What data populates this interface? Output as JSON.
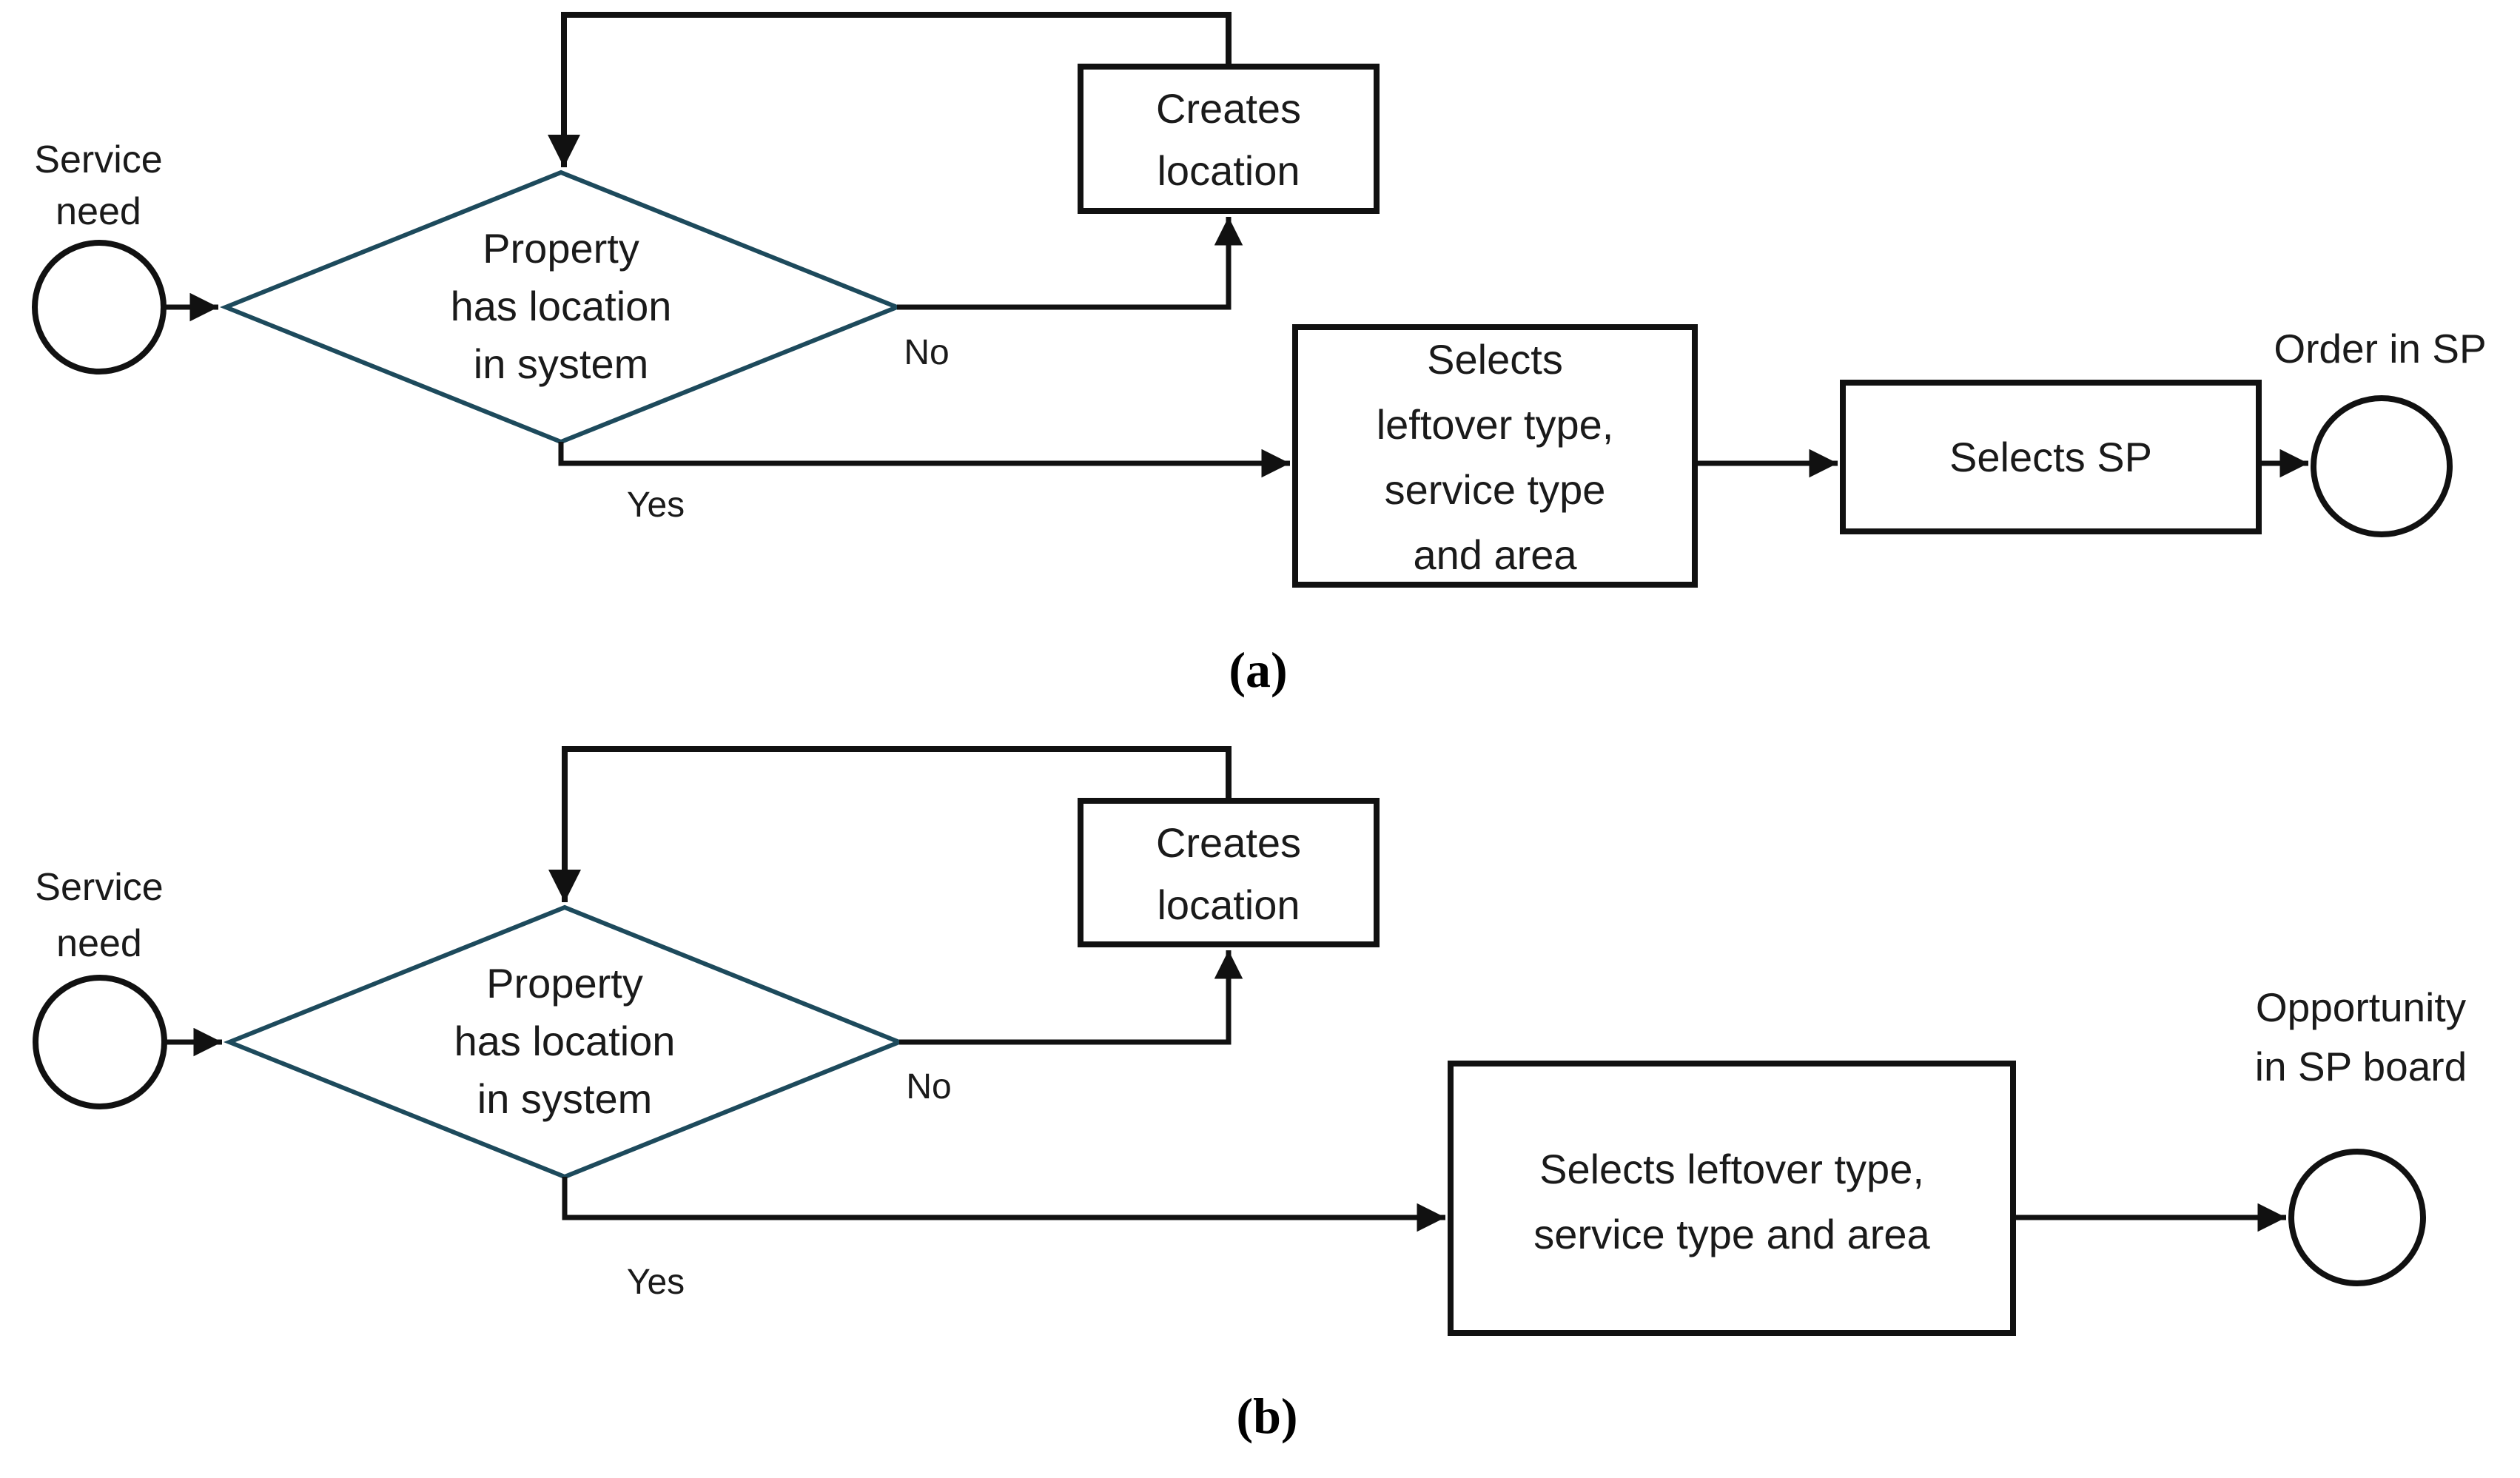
{
  "colors": {
    "diamond_stroke": "#1d4a5c",
    "line": "#111111",
    "text": "#1a1a1a",
    "background": "#ffffff"
  },
  "diagram_a": {
    "caption": "(a)",
    "start_label_line1": "Service",
    "start_label_line2": "need",
    "decision_line1": "Property",
    "decision_line2": "has location",
    "decision_line3": "in system",
    "no_label": "No",
    "yes_label": "Yes",
    "creates_box_line1": "Creates",
    "creates_box_line2": "location",
    "selects_box_line1": "Selects",
    "selects_box_line2": "leftover type,",
    "selects_box_line3": "service type",
    "selects_box_line4": "and area",
    "selects_sp_label": "Selects SP",
    "end_label_line1": "Order in SP"
  },
  "diagram_b": {
    "caption": "(b)",
    "start_label_line1": "Service",
    "start_label_line2": "need",
    "decision_line1": "Property",
    "decision_line2": "has location",
    "decision_line3": "in system",
    "no_label": "No",
    "yes_label": "Yes",
    "creates_box_line1": "Creates",
    "creates_box_line2": "location",
    "selects_box_line1": "Selects leftover type,",
    "selects_box_line2": "service type and area",
    "end_label_line1": "Opportunity",
    "end_label_line2": "in SP board"
  }
}
